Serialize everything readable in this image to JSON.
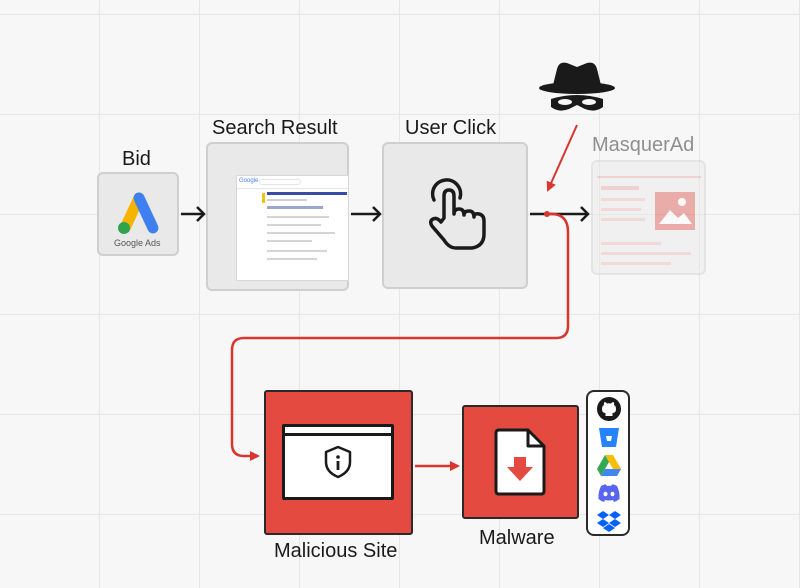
{
  "labels": {
    "bid": "Bid",
    "search_result": "Search Result",
    "user_click": "User Click",
    "masquerad": "MasquerAd",
    "malicious_site": "Malicious Site",
    "malware": "Malware"
  },
  "google_ads_caption": "Google Ads",
  "google_logo_text": "Google",
  "colors": {
    "accent_red": "#e44a3f",
    "card_gray": "#e9e9ea",
    "arrow_dark": "#1a1a1a",
    "path_red": "#d9362e"
  },
  "icons": {
    "hacker": "spy-hat-mask-icon",
    "click": "hand-pointer-icon",
    "shield": "shield-info-icon",
    "download": "file-download-icon",
    "hosting_services": [
      "github-icon",
      "bitbucket-icon",
      "google-drive-icon",
      "discord-icon",
      "dropbox-icon"
    ]
  }
}
